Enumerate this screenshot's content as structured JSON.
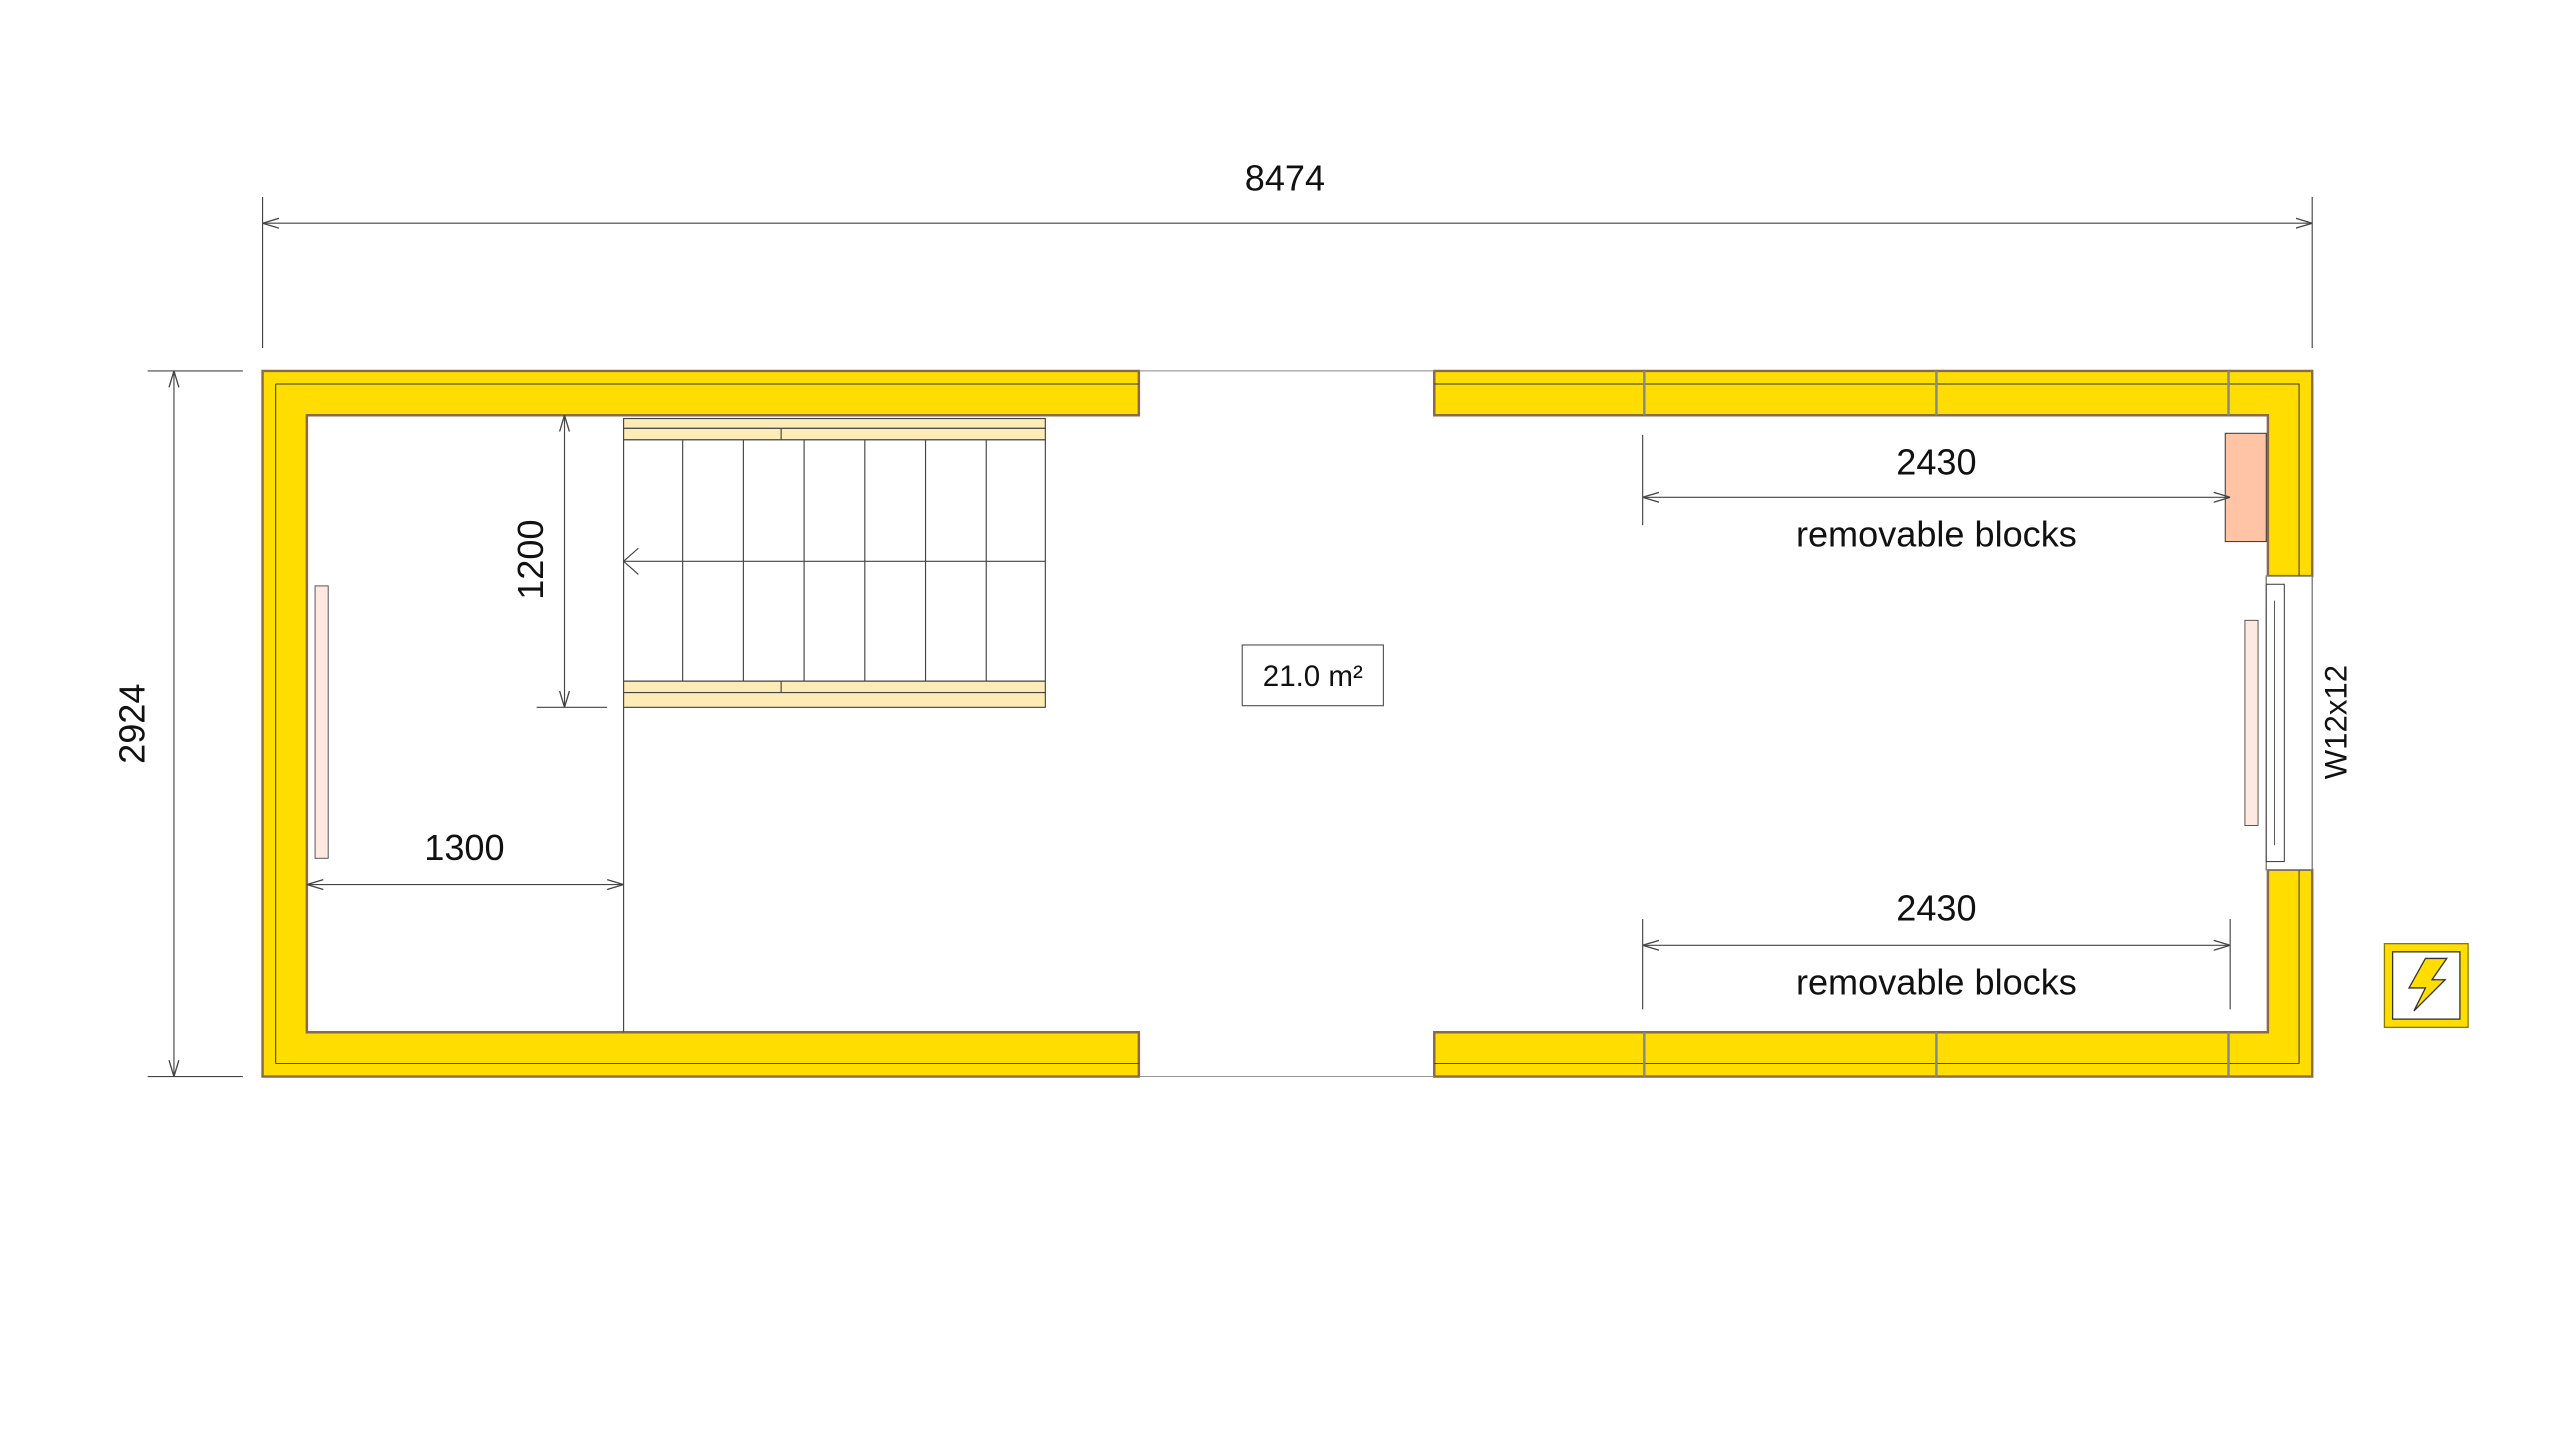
{
  "dimensions": {
    "overall_length": "8474",
    "overall_width": "2924",
    "stair_width": "1200",
    "clearance": "1300",
    "top_blocks_length": "2430",
    "bottom_blocks_length": "2430"
  },
  "labels": {
    "top_blocks": "removable blocks",
    "bottom_blocks": "removable blocks",
    "area": "21.0 m²",
    "window": "W12x12"
  },
  "icons": {
    "electrical": "lightning-icon"
  },
  "colors": {
    "wall": "#FFDD00",
    "wall_outline": "#8B6A45",
    "stair_band": "#FFEBB5",
    "block": "#FFC4A6",
    "radiator": "#FFE8E0"
  }
}
